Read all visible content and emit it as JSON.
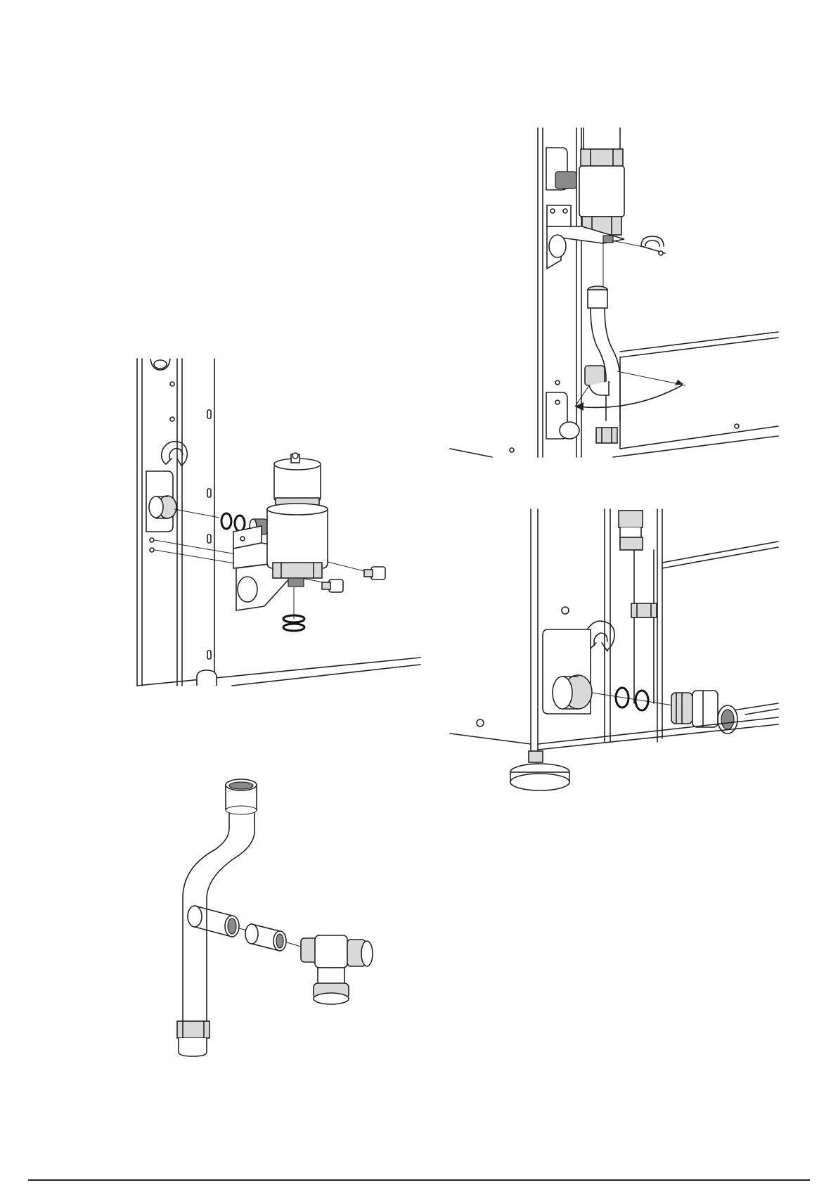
{
  "figures": [
    {
      "id": "fig-valve-bracket-assembly",
      "icon": "valve-bracket-assembly-icon"
    },
    {
      "id": "fig-pipe-elbow-mount",
      "icon": "pipe-elbow-mount-icon"
    },
    {
      "id": "fig-bottom-connection",
      "icon": "bottom-connection-icon"
    },
    {
      "id": "fig-pipe-tee-assembly",
      "icon": "pipe-tee-assembly-icon"
    }
  ],
  "colors": {
    "line": "#222222",
    "fill_light": "#d9d9d9",
    "fill_dark": "#8a8a8a",
    "background": "#ffffff"
  }
}
